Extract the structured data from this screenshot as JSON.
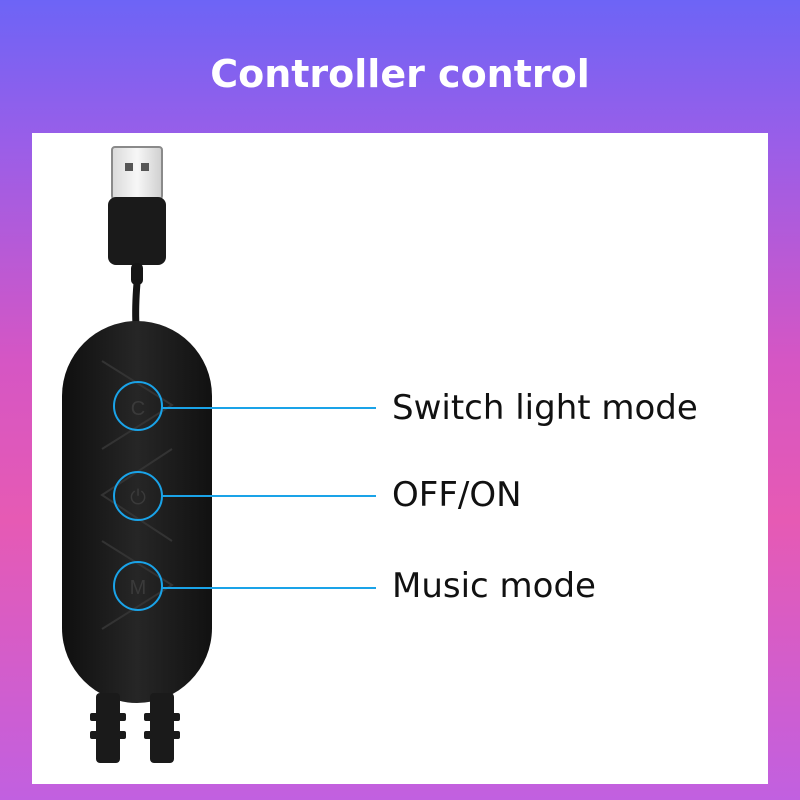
{
  "header": {
    "title": "Controller control"
  },
  "buttons": [
    {
      "glyph": "C",
      "label": "Switch light mode"
    },
    {
      "glyph": "⏻",
      "label": "OFF/ON"
    },
    {
      "glyph": "M",
      "label": "Music mode"
    }
  ],
  "colors": {
    "accent": "#1aa3e8",
    "device": "#1b1b1b",
    "panel": "#ffffff"
  }
}
